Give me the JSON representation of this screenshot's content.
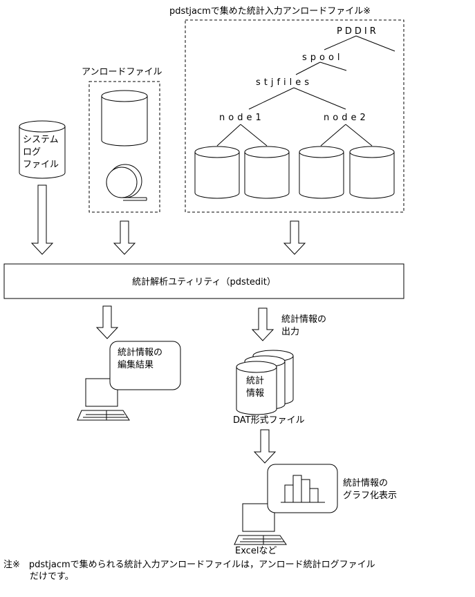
{
  "top_note": "pdstjacmで集めた統計入力アンロードファイル※",
  "tree": {
    "root": "PDDIR",
    "spool": "spool",
    "stjfiles": "stjfiles",
    "node1": "node1",
    "node2": "node2"
  },
  "unload_files_label": "アンロードファイル",
  "system_log_lines": [
    "システム",
    "ログ",
    "ファイル"
  ],
  "utility_label": "統計解析ユティリティ（pdstedit）",
  "edit_result_lines": [
    "統計情報の",
    "編集結果"
  ],
  "output_lines": [
    "統計情報の",
    "出力"
  ],
  "stat_db_lines": [
    "統計",
    "情報"
  ],
  "dat_label": "DAT形式ファイル",
  "graph_lines": [
    "統計情報の",
    "グラフ化表示"
  ],
  "excel_label": "Excelなど",
  "footnote_lines": [
    "注※　pdstjacmで集められる統計入力アンロードファイルは，アンロード統計ログファイル",
    "だけです。"
  ]
}
